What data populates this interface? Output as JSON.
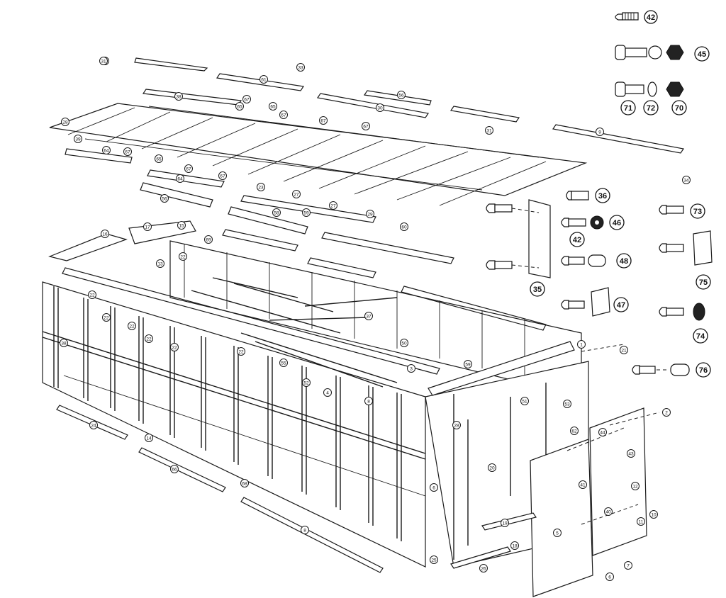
{
  "diagram": {
    "hardware_labels": {
      "h42a": "42",
      "h45": "45",
      "h71": "71",
      "h72": "72",
      "h70": "70",
      "h36": "36",
      "h46": "46",
      "h42b": "42",
      "h48": "48",
      "h35": "35",
      "h47": "47",
      "h73": "73",
      "h75": "75",
      "h74": "74",
      "h76": "76"
    },
    "part_callouts": [
      "61",
      "31",
      "33",
      "61",
      "38",
      "67",
      "65",
      "65",
      "28",
      "56",
      "30",
      "39",
      "64",
      "67",
      "65",
      "67",
      "67",
      "67",
      "67",
      "67",
      "23",
      "27",
      "27",
      "29",
      "9",
      "34",
      "31",
      "64",
      "56",
      "58",
      "59",
      "60",
      "16",
      "17",
      "15",
      "69",
      "13",
      "22",
      "22",
      "22",
      "22",
      "22",
      "22",
      "22",
      "55",
      "52",
      "4",
      "8",
      "3",
      "37",
      "50",
      "59",
      "51",
      "53",
      "62",
      "44",
      "43",
      "41",
      "40",
      "12",
      "11",
      "10",
      "5",
      "6",
      "7",
      "2",
      "1",
      "21",
      "20",
      "19",
      "18",
      "26",
      "25",
      "24",
      "14",
      "66",
      "68",
      "8",
      "6",
      "28",
      "38"
    ]
  }
}
